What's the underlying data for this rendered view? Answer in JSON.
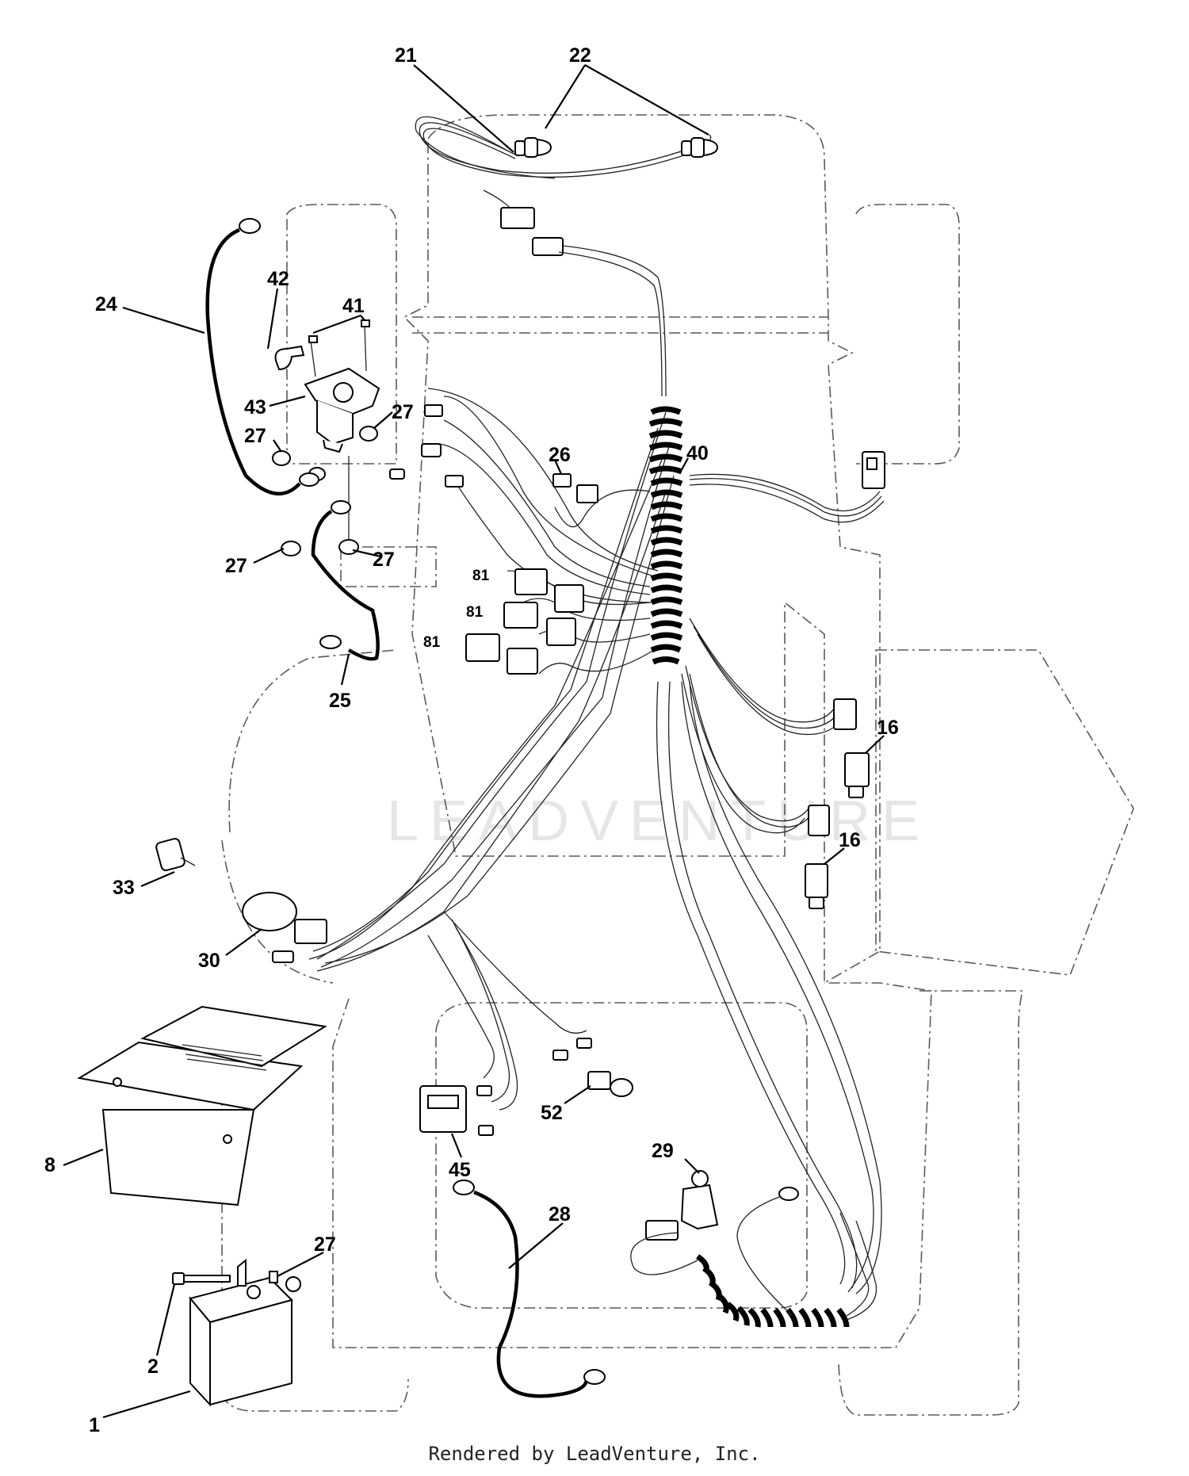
{
  "diagram": {
    "callouts": [
      {
        "id": "c21",
        "label": "21"
      },
      {
        "id": "c22",
        "label": "22"
      },
      {
        "id": "c24",
        "label": "24"
      },
      {
        "id": "c42",
        "label": "42"
      },
      {
        "id": "c41",
        "label": "41"
      },
      {
        "id": "c43",
        "label": "43"
      },
      {
        "id": "c27a",
        "label": "27"
      },
      {
        "id": "c27b",
        "label": "27"
      },
      {
        "id": "c27c",
        "label": "27"
      },
      {
        "id": "c27d",
        "label": "27"
      },
      {
        "id": "c26",
        "label": "26"
      },
      {
        "id": "c40",
        "label": "40"
      },
      {
        "id": "c81a",
        "label": "81"
      },
      {
        "id": "c81b",
        "label": "81"
      },
      {
        "id": "c81c",
        "label": "81"
      },
      {
        "id": "c25",
        "label": "25"
      },
      {
        "id": "c16a",
        "label": "16"
      },
      {
        "id": "c16b",
        "label": "16"
      },
      {
        "id": "c33",
        "label": "33"
      },
      {
        "id": "c30",
        "label": "30"
      },
      {
        "id": "c8",
        "label": "8"
      },
      {
        "id": "c45",
        "label": "45"
      },
      {
        "id": "c52",
        "label": "52"
      },
      {
        "id": "c29",
        "label": "29"
      },
      {
        "id": "c28",
        "label": "28"
      },
      {
        "id": "c27e",
        "label": "27"
      },
      {
        "id": "c2",
        "label": "2"
      },
      {
        "id": "c1",
        "label": "1"
      }
    ],
    "watermark": "LEADVENTURE",
    "footer": "Rendered by LeadVenture, Inc."
  }
}
